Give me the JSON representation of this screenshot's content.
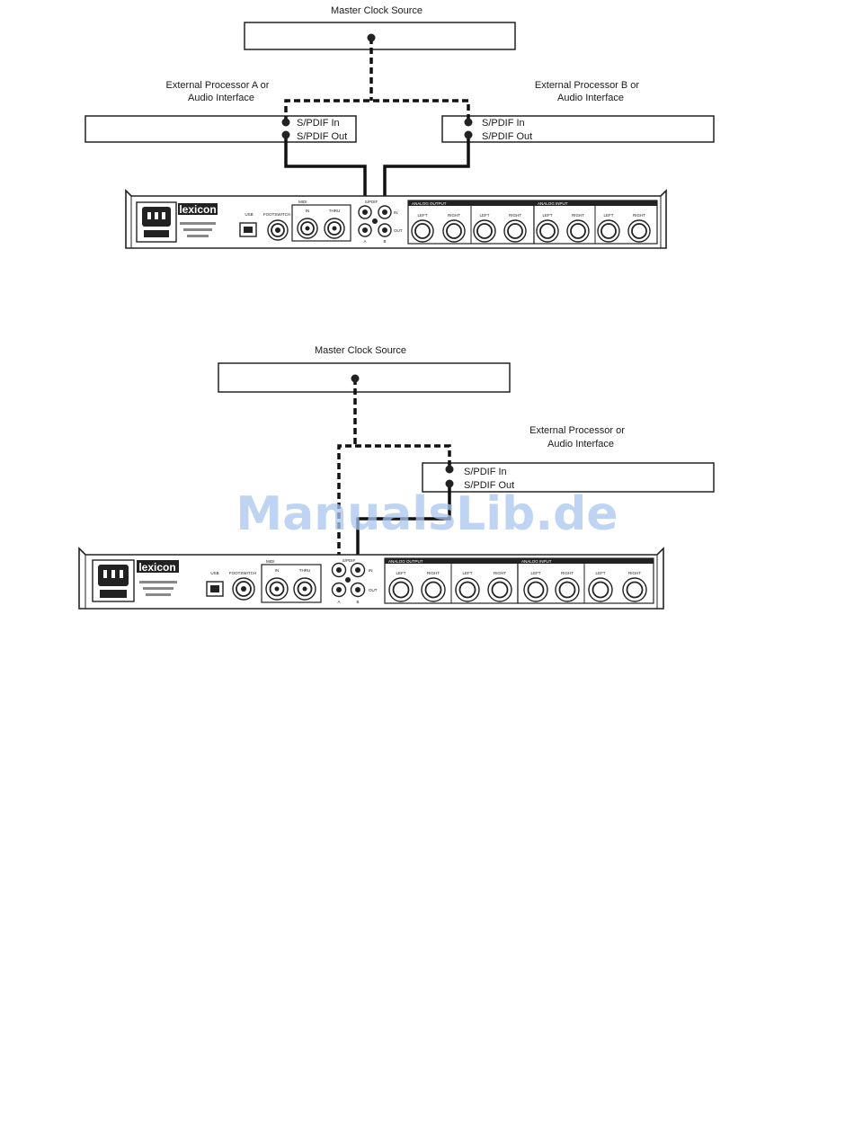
{
  "diagram1": {
    "master_clock_title": "Master Clock Source",
    "proc_a_label_line1": "External Processor A   or",
    "proc_a_label_line2": "Audio Interface",
    "proc_b_label_line1": "External Processor B   or",
    "proc_b_label_line2": "Audio Interface",
    "spdif_in": "S/PDIF In",
    "spdif_out": "S/PDIF Out"
  },
  "diagram2": {
    "master_clock_title": "Master Clock Source",
    "proc_label_line1": "External Processor   or",
    "proc_label_line2": "Audio Interface",
    "spdif_in": "S/PDIF In",
    "spdif_out": "S/PDIF Out"
  },
  "device": {
    "brand": "lexicon",
    "usb": "USB",
    "footswitch": "FOOTSWITCH",
    "midi": "MIDI",
    "midi_in": "IN",
    "midi_thru": "THRU",
    "spdif": "S/PDIF",
    "analog_output": "ANALOG OUTPUT",
    "analog_input": "ANALOG INPUT",
    "left": "LEFT",
    "right": "RIGHT",
    "port_a": "A",
    "port_b": "B",
    "in": "IN",
    "out": "OUT"
  },
  "watermark": "ManualsLib.de",
  "colors": {
    "watermark": "#a9c6ee",
    "ink": "#111111"
  }
}
